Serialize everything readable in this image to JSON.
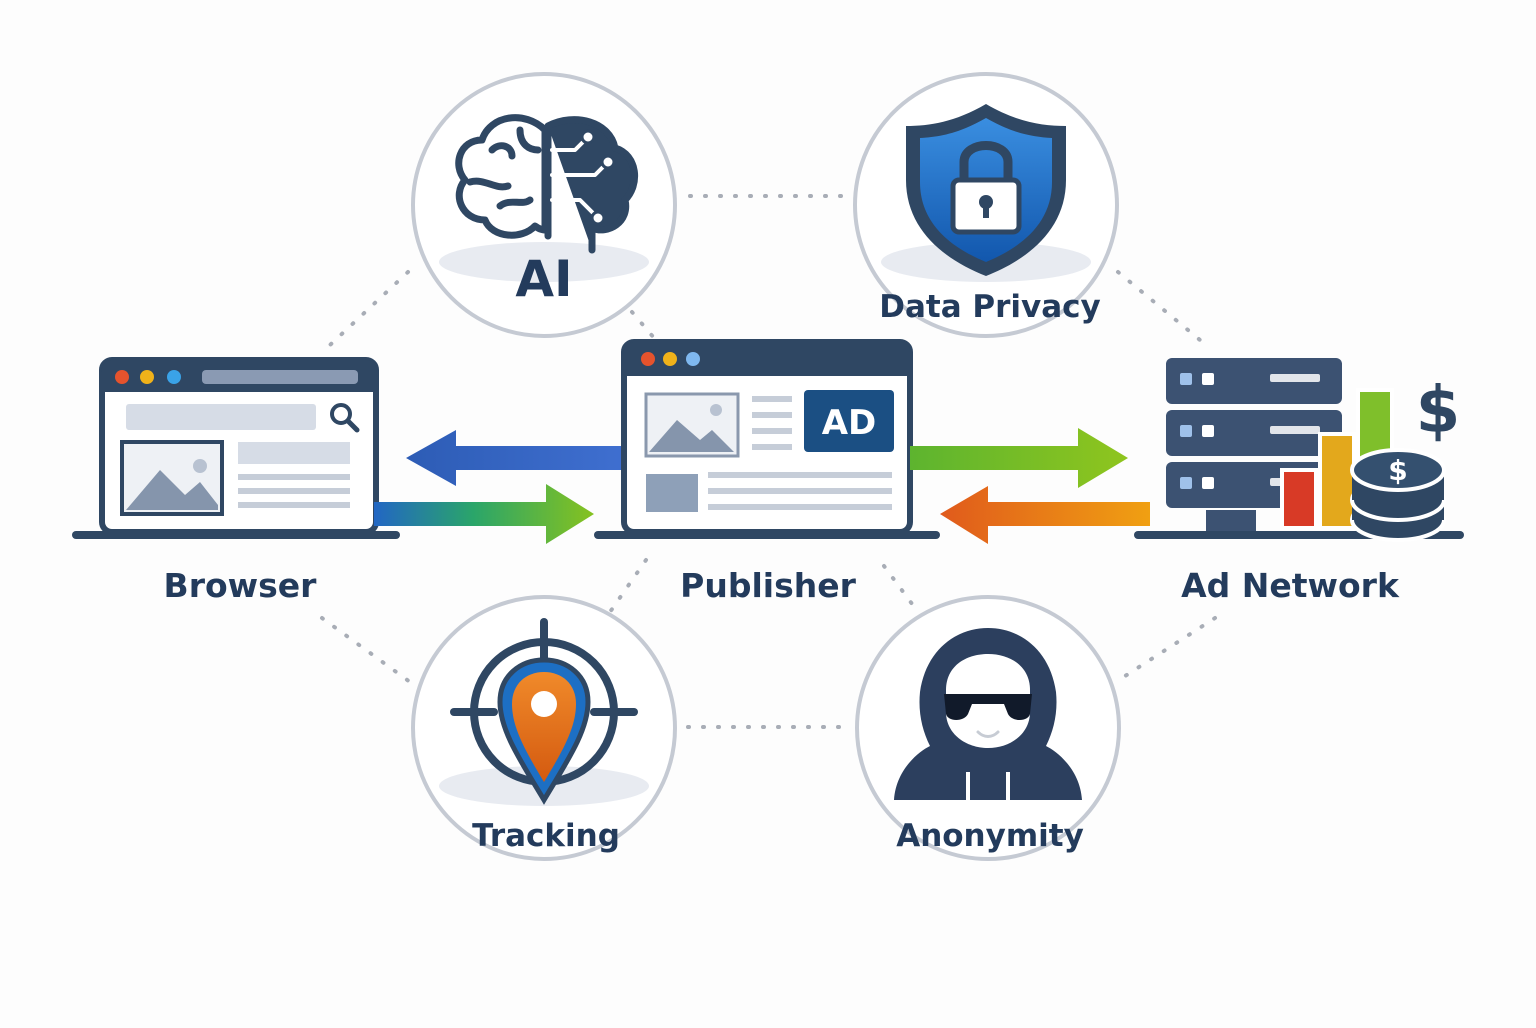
{
  "nodes": {
    "ai": {
      "label": "AI"
    },
    "privacy": {
      "label": "Data Privacy"
    },
    "browser": {
      "label": "Browser"
    },
    "publisher": {
      "label": "Publisher",
      "ad_badge": "AD"
    },
    "ad_network": {
      "label": "Ad Network",
      "currency_symbol": "$"
    },
    "tracking": {
      "label": "Tracking"
    },
    "anonymity": {
      "label": "Anonymity"
    }
  },
  "icons": {
    "ai": "brain-circuit-icon",
    "privacy": "shield-lock-icon",
    "browser": "browser-window-icon",
    "publisher": "publisher-window-icon",
    "ad_network": "server-stack-icon",
    "tracking": "target-pin-icon",
    "anonymity": "hooded-figure-icon"
  },
  "colors": {
    "navy": "#2f4763",
    "label": "#233b5c",
    "ring": "#c5cad3",
    "arrow_blue": "#2f5fb8",
    "arrow_green": "#7bbf2a",
    "arrow_orange": "#e0701f",
    "shield_blue": "#1d6fc4",
    "pin_orange": "#e06a1a",
    "chart_red": "#d83a26",
    "chart_yellow": "#e3a81c",
    "chart_green": "#7fbf2b"
  }
}
